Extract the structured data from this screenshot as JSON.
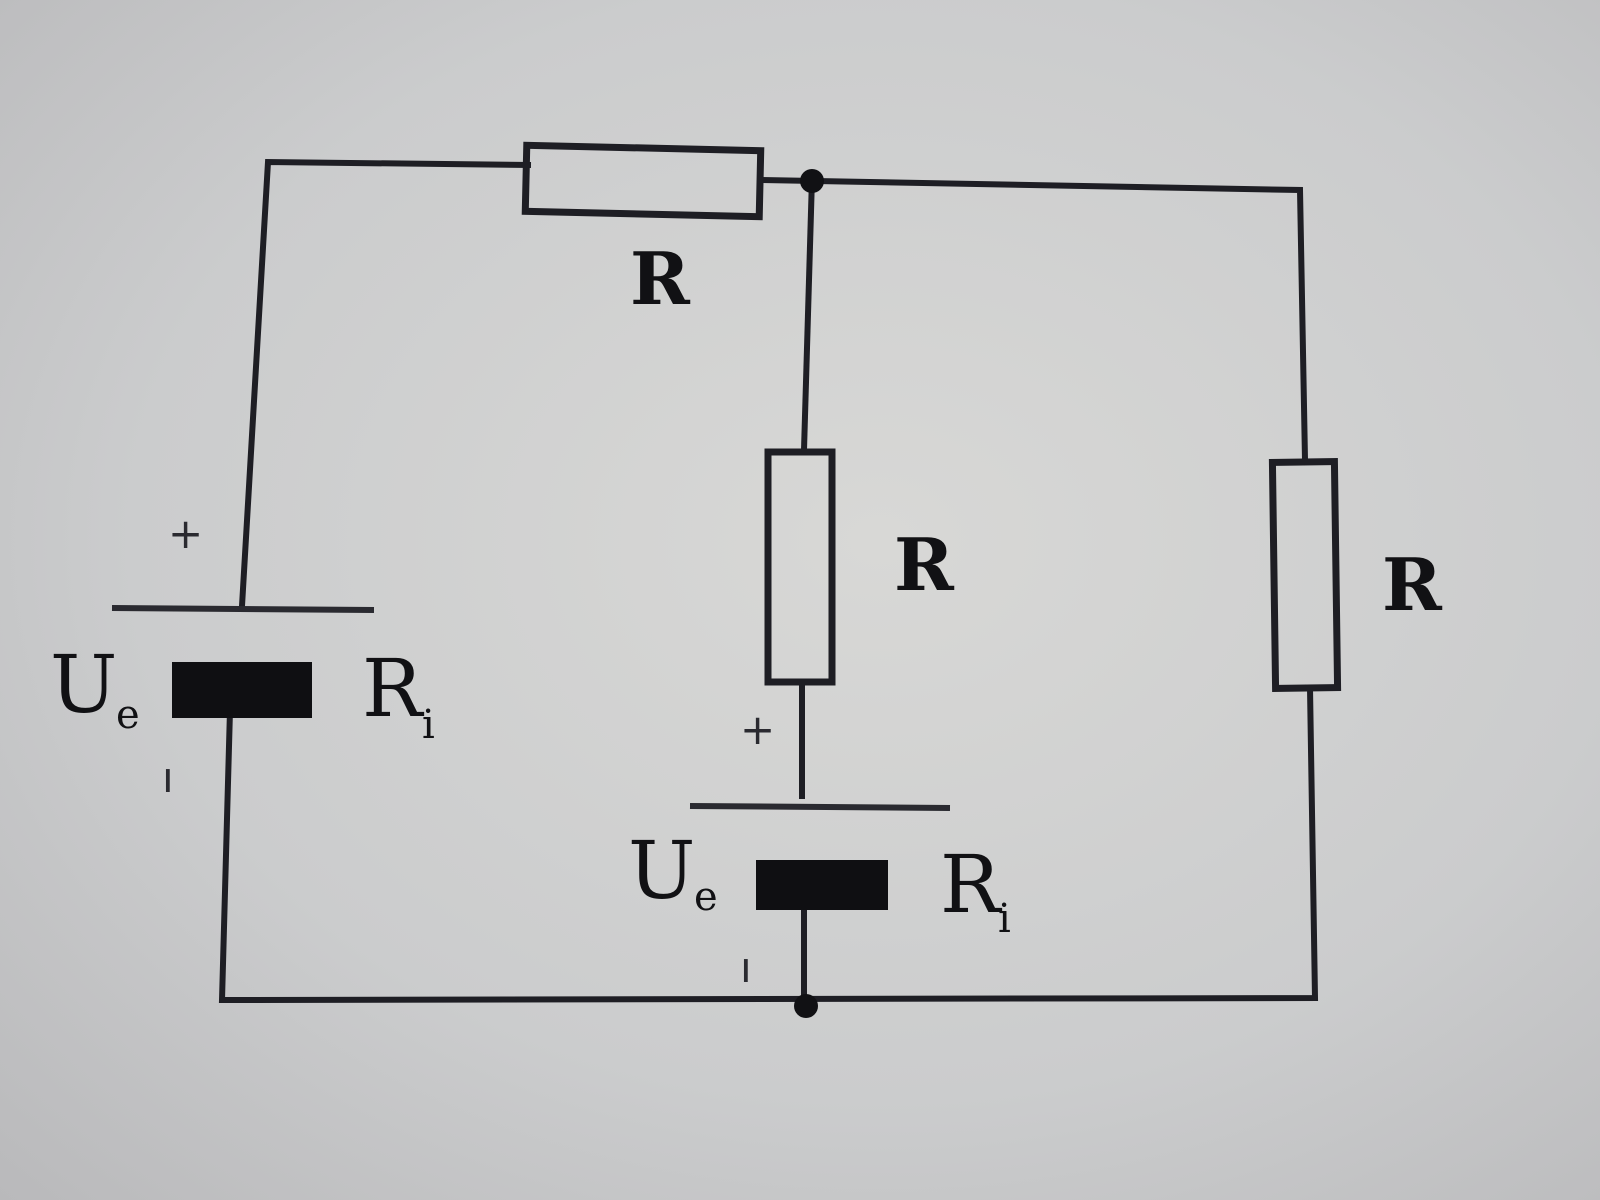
{
  "diagram": {
    "labels": {
      "r_top": "R",
      "r_middle": "R",
      "r_right": "R",
      "source_left_u": "U",
      "source_left_u_sub": "e",
      "source_left_ri": "R",
      "source_left_ri_sub": "i",
      "source_left_plus": "+",
      "source_left_minus": "ı",
      "source_mid_u": "U",
      "source_mid_u_sub": "e",
      "source_mid_ri": "R",
      "source_mid_ri_sub": "i",
      "source_mid_plus": "+",
      "source_mid_minus": "ı"
    }
  }
}
